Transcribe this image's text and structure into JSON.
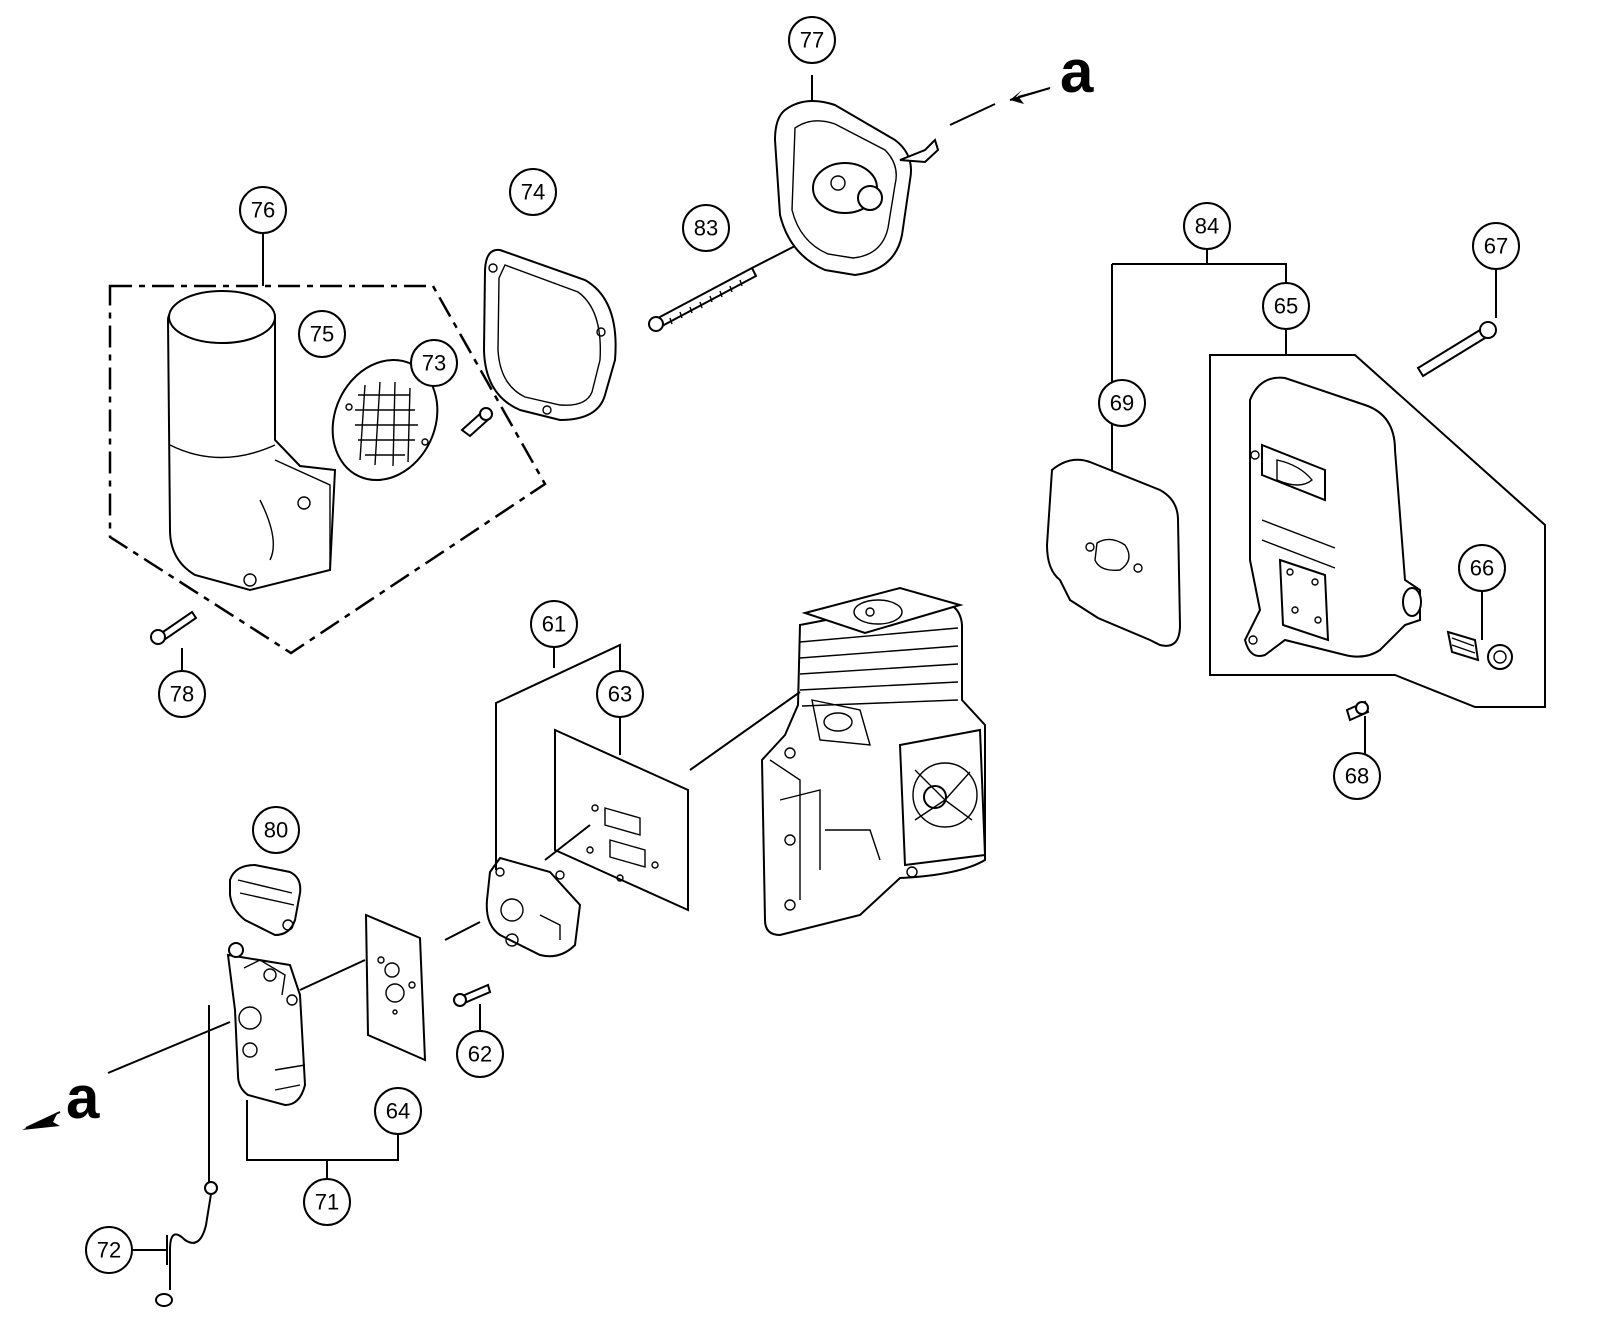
{
  "callouts": {
    "c61": "61",
    "c62": "62",
    "c63": "63",
    "c64": "64",
    "c65": "65",
    "c66": "66",
    "c67": "67",
    "c68": "68",
    "c69": "69",
    "c71": "71",
    "c72": "72",
    "c73": "73",
    "c74": "74",
    "c75": "75",
    "c76": "76",
    "c77": "77",
    "c78": "78",
    "c80": "80",
    "c83": "83",
    "c84": "84"
  },
  "reference_arrows": {
    "top": "a",
    "bottom": "a"
  }
}
